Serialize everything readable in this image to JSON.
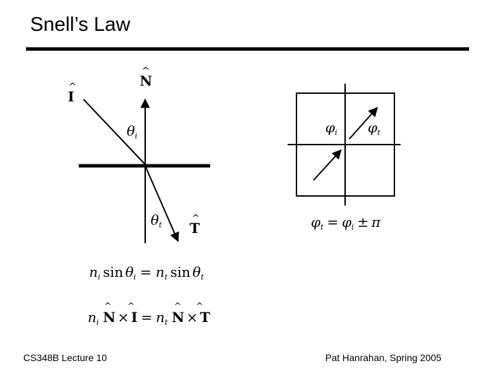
{
  "slide": {
    "title": "Snell’s Law",
    "footer_left": "CS348B Lecture 10",
    "footer_right": "Pat Hanrahan, Spring 2005"
  },
  "diagram": {
    "normal_label": "N",
    "incident_label": "I",
    "transmitted_label": "T",
    "theta_i": "θ",
    "theta_i_sub": "i",
    "theta_t": "θ",
    "theta_t_sub": "t",
    "phi_i": "φ",
    "phi_i_sub": "i",
    "phi_t": "φ",
    "phi_t_sub": "t",
    "phi_relation": {
      "lhs": "φ",
      "lhs_sub": "t",
      "eq": "=",
      "rhs": "φ",
      "rhs_sub": "i",
      "op": "±",
      "pi": "π"
    }
  },
  "equations": {
    "snell": {
      "n1": "n",
      "n1_sub": "i",
      "sin1": "sin",
      "theta1": "θ",
      "theta1_sub": "i",
      "eq": "=",
      "n2": "n",
      "n2_sub": "t",
      "sin2": "sin",
      "theta2": "θ",
      "theta2_sub": "t"
    },
    "vector": {
      "n1": "n",
      "n1_sub": "i",
      "N1": "N",
      "cross1": "×",
      "I": "I",
      "eq": "=",
      "n2": "n",
      "n2_sub": "t",
      "N2": "N",
      "cross2": "×",
      "T": "T"
    }
  }
}
